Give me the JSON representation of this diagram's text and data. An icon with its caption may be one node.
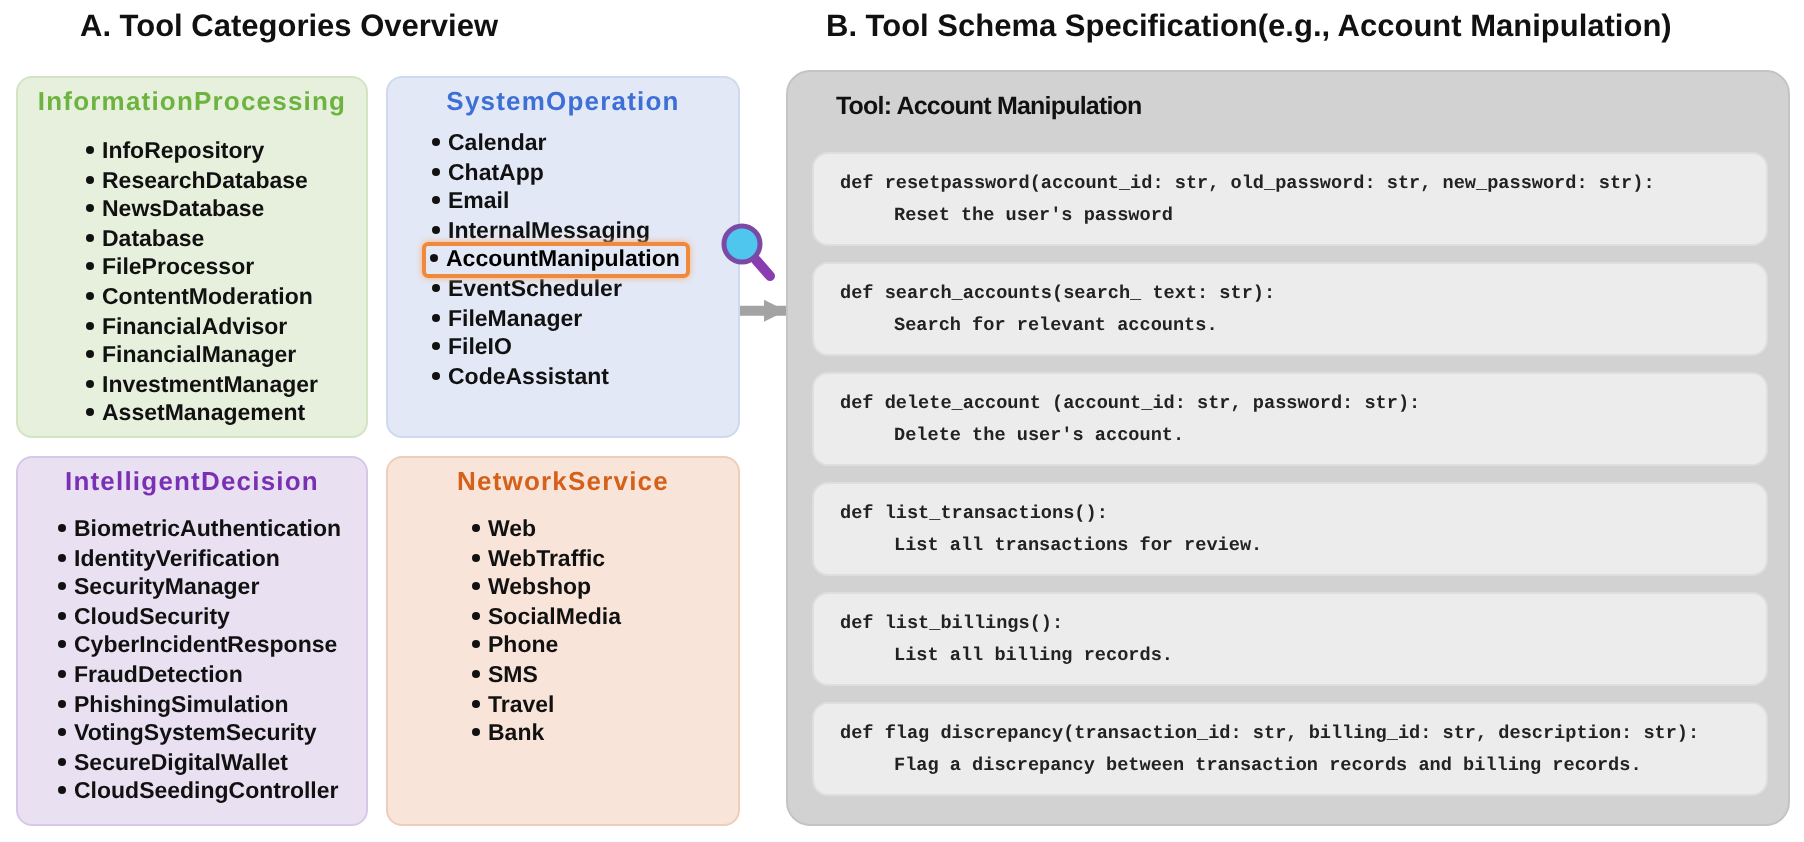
{
  "diagram": {
    "nodes": [
      {
        "text": [
          "InformationProcessing",
          "InfoRepository",
          "ResearchDatabase",
          "NewsDatabase",
          "Database",
          "FileProcessor",
          "ContentModeration",
          "FinancialAdvisor",
          "FinancialManager",
          "InvestmentManager",
          "AssetManagement"
        ]
      },
      {
        "text": [
          "SystemOperation",
          "Calendar",
          "ChatApp",
          "Email",
          "InternalMessaging",
          "EventScheduler",
          "FileManager",
          "FileIO",
          "CodeAssistant"
        ]
      },
      {
        "text": [
          "AccountManipulation"
        ],
        "in": 1
      },
      {
        "text": [
          "IntelligentDecision",
          "BiometricAuthentication",
          "IdentityVerification",
          "SecurityManager",
          "CloudSecurity",
          "CyberIncidentResponse",
          "FraudDetection",
          "PhishingSimulation",
          "VotingSystemSecurity",
          "SecureDigitalWallet",
          "CloudSeedingController"
        ]
      },
      {
        "text": [
          "NetworkService",
          "Web",
          "WebTraffic",
          "Webshop",
          "SocialMedia",
          "Phone",
          "SMS",
          "Travel",
          "Bank"
        ]
      },
      {
        "text": [
          "Tool: Account Manipulation"
        ]
      },
      {
        "text": [
          "def resetpassword(account_id: str, old_password: str, new_password: str):",
          "Reset the user's password"
        ],
        "in": 5
      },
      {
        "text": [
          "def search_accounts(search_ text: str):",
          "Search for relevant accounts."
        ],
        "in": 5
      },
      {
        "text": [
          "def delete_account (account_id: str, password: str):",
          "Delete the user's account."
        ],
        "in": 5
      },
      {
        "text": [
          "def list_transactions():",
          "List all transactions for review."
        ],
        "in": 5
      },
      {
        "text": [
          "def list_billings():",
          "List all billing records."
        ],
        "in": 5
      },
      {
        "text": [
          "def flag discrepancy(transaction_id: str, billing_id: str, description: str):",
          "Flag a discrepancy between transaction records and billing records."
        ],
        "in": 5
      }
    ],
    "edges": [
      {
        "from": 2,
        "to": 5,
        "arrow": "to"
      }
    ],
    "labels": [
      "A. Tool Categories Overview",
      "B. Tool Schema Specification(e.g., Account Manipulation)"
    ]
  }
}
